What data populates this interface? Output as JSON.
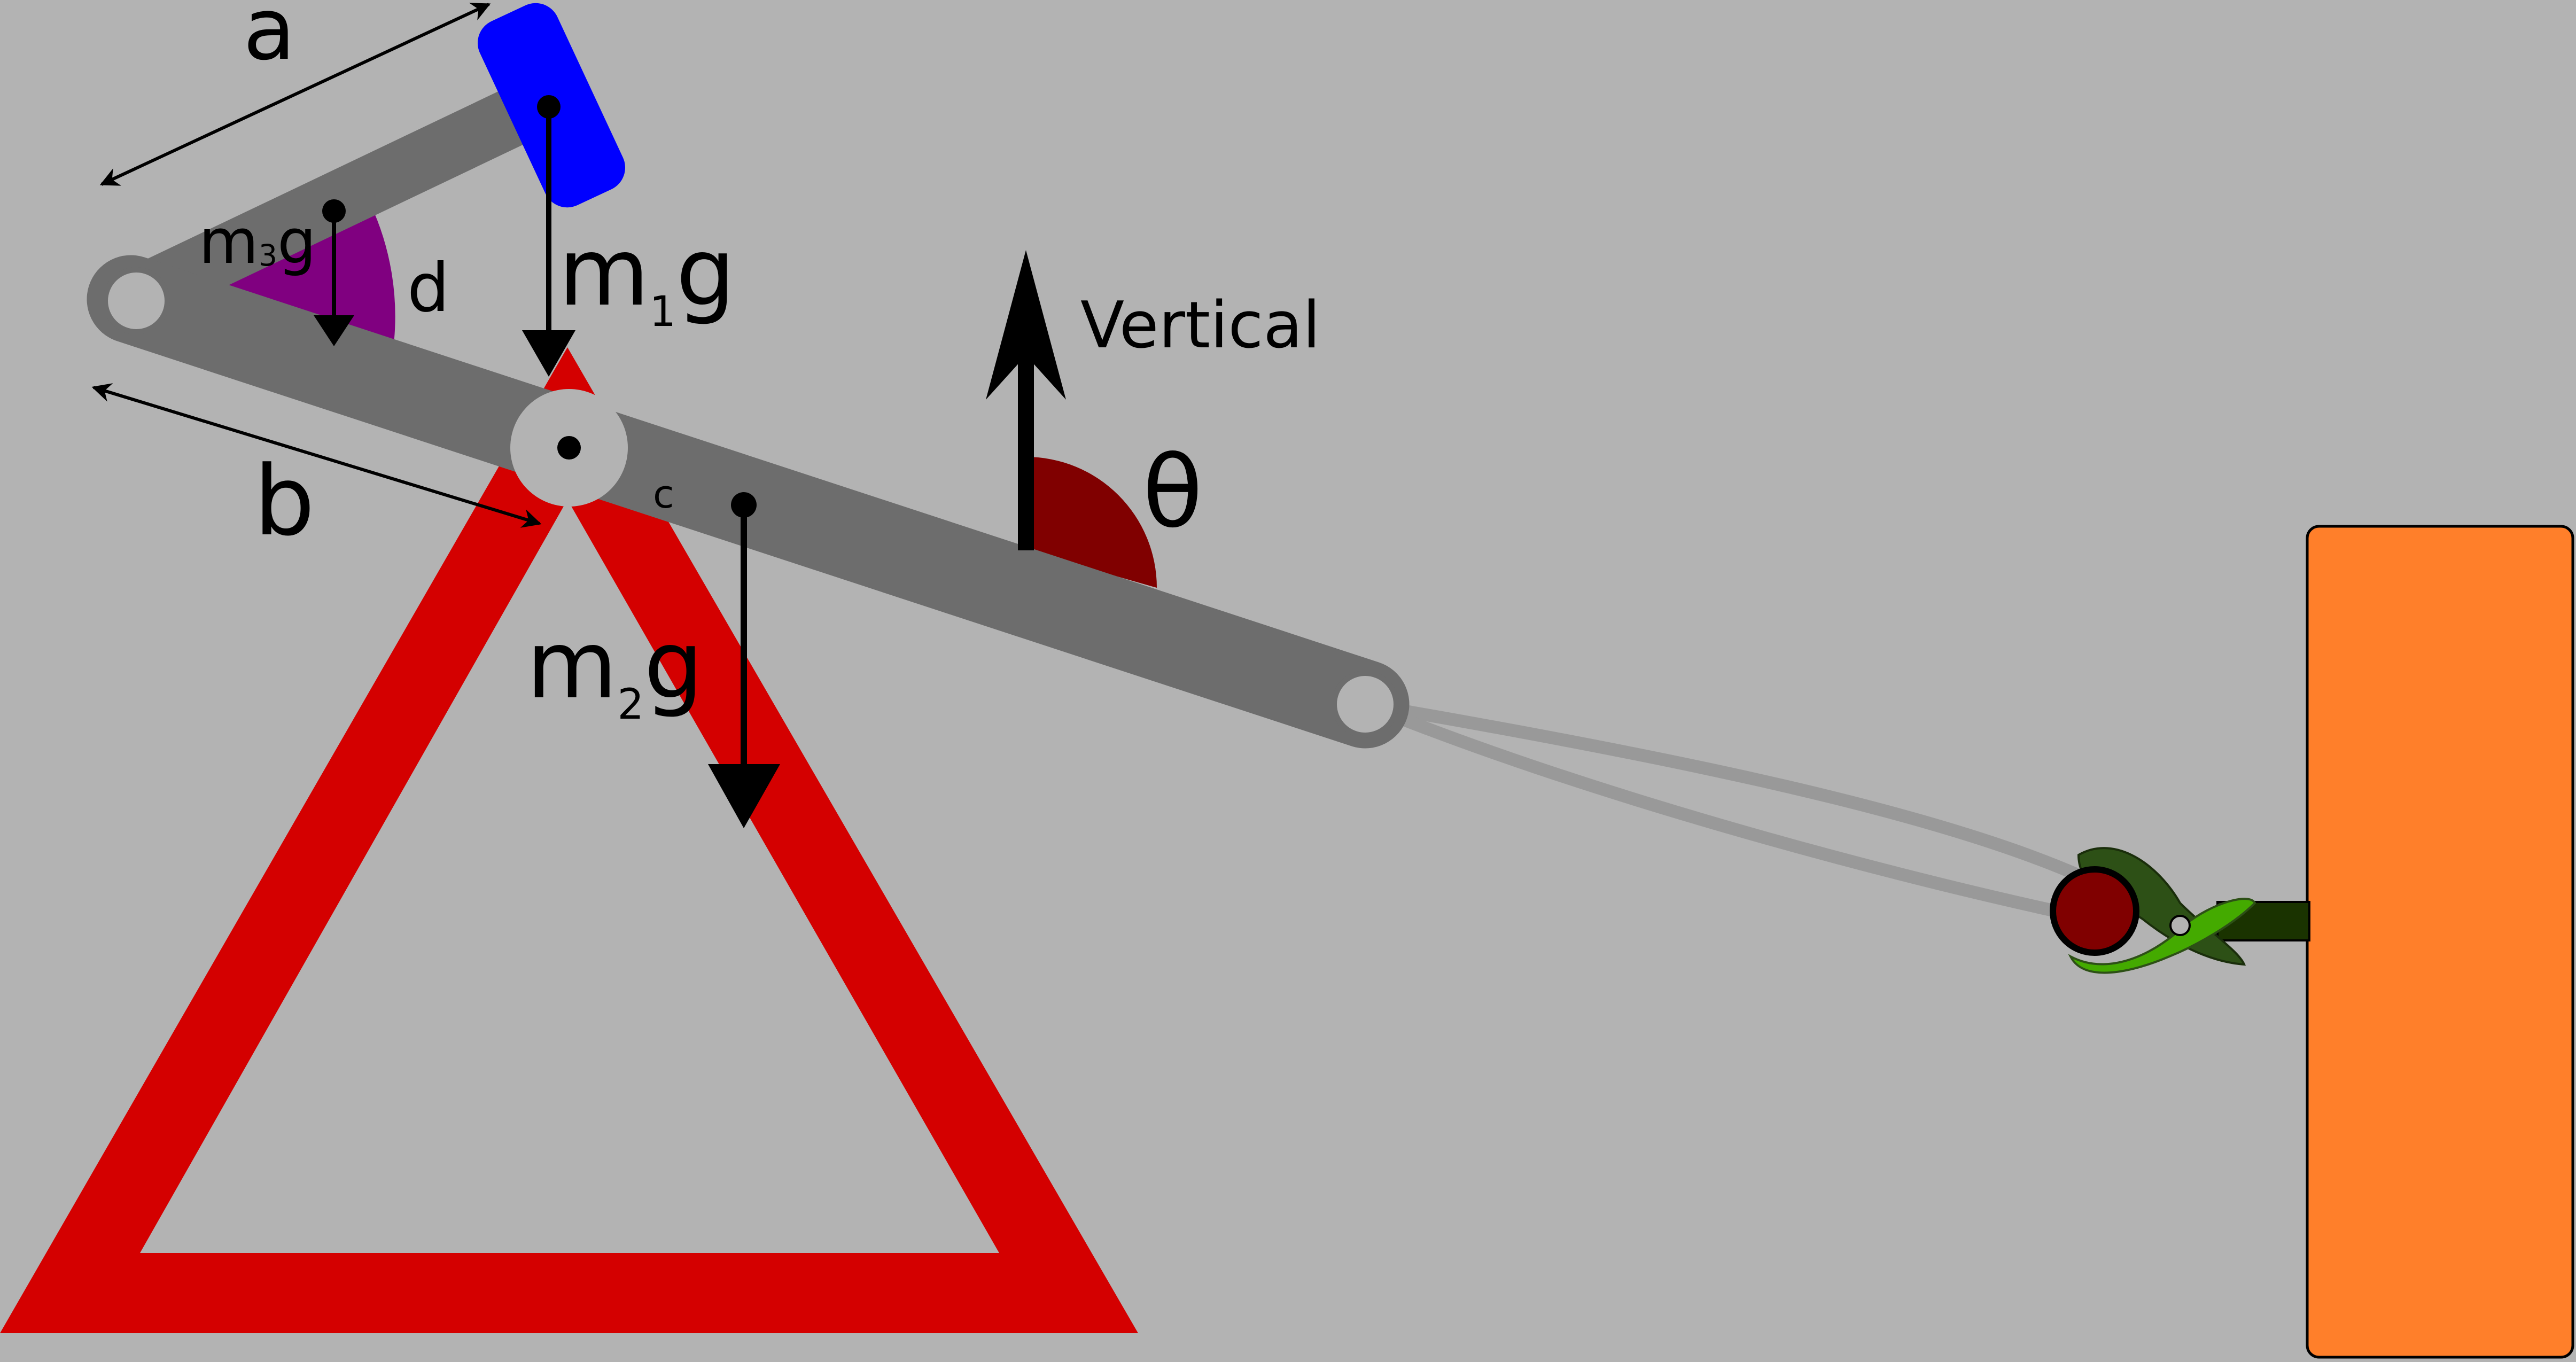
{
  "labels": {
    "a": "a",
    "b": "b",
    "c": "c",
    "d": "d",
    "theta": "θ",
    "vertical": "Vertical",
    "m1_base": "m",
    "m1_sub": "1",
    "m2_base": "m",
    "m2_sub": "2",
    "m3_base": "m",
    "m3_sub": "3",
    "g1": "g",
    "g2": "g",
    "g3": "g"
  },
  "colors": {
    "background": "#b3b3b3",
    "frame_triangle": "#d40000",
    "beam": "#6d6d6d",
    "short_arm": "#6d6d6d",
    "counterweight": "#0000ff",
    "pivot": "#b3b3b3",
    "sling": "#999999",
    "theta_arc": "#800000",
    "d_arc": "#800080",
    "release_ball": "#800000",
    "trigger_light": "#44aa00",
    "trigger_dark": "#2d5016",
    "target_wall": "#ff7f2a"
  }
}
